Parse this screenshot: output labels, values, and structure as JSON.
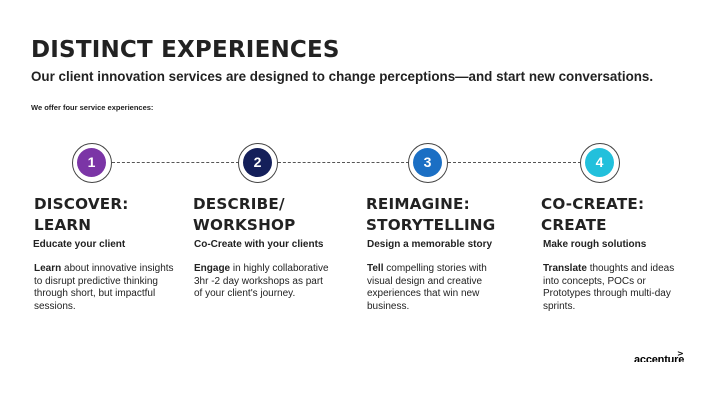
{
  "header": {
    "title": "DISTINCT EXPERIENCES",
    "subtitle": "Our client innovation services are designed to change perceptions—and start new conversations.",
    "intro": "We offer four service experiences:"
  },
  "steps": [
    {
      "number": "1",
      "color": "#7b35a6",
      "title_line1": "DISCOVER:",
      "title_line2": "LEARN",
      "tagline": "Educate your client",
      "lead": "Learn",
      "description": " about innovative insights to disrupt predictive thinking through short, but impactful sessions."
    },
    {
      "number": "2",
      "color": "#141f5a",
      "title_line1": "DESCRIBE/",
      "title_line2": "WORKSHOP",
      "tagline": "Co-Create with your clients",
      "lead": "Engage",
      "description": " in highly collaborative 3hr -2 day workshops as part of your client's journey."
    },
    {
      "number": "3",
      "color": "#1b6fc4",
      "title_line1": "REIMAGINE:",
      "title_line2": "STORYTELLING",
      "tagline": "Design a memorable story",
      "lead": "Tell",
      "description": " compelling stories with visual design and creative experiences that win new business."
    },
    {
      "number": "4",
      "color": "#22c0dc",
      "title_line1": "CO-CREATE:",
      "title_line2": "CREATE",
      "tagline": "Make rough solutions",
      "lead": "Translate",
      "description": " thoughts and ideas into concepts, POCs or Prototypes through multi-day sprints."
    }
  ],
  "logo": {
    "text": "accenture",
    "mark": ">"
  }
}
